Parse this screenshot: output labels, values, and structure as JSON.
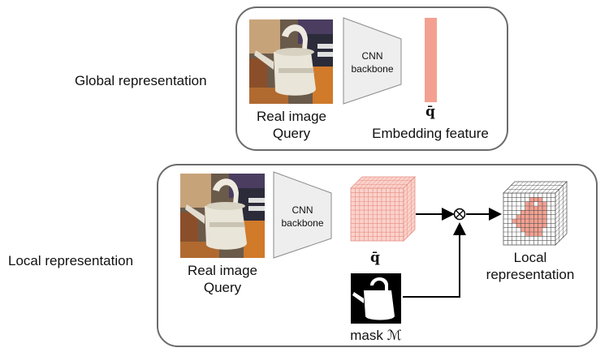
{
  "global": {
    "row_label": "Global representation",
    "image_caption_line1": "Real image",
    "image_caption_line2": "Query",
    "backbone_line1": "CNN",
    "backbone_line2": "backbone",
    "feature_symbol": "q̄",
    "feature_caption": "Embedding feature"
  },
  "local": {
    "row_label": "Local representation",
    "image_caption_line1": "Real image",
    "image_caption_line2": "Query",
    "backbone_line1": "CNN",
    "backbone_line2": "backbone",
    "feature_symbol": "q̄",
    "mask_label": "mask ℳ",
    "output_line1": "Local",
    "output_line2": "representation",
    "operator_symbol": "⊗"
  },
  "colors": {
    "feature": "#f4a090",
    "box_border": "#6b6b6b",
    "trapezoid": "#eeeeee"
  },
  "icons": {
    "photo": "watering-can-photo",
    "mask": "watering-can-mask",
    "operator": "circle-times-icon"
  }
}
